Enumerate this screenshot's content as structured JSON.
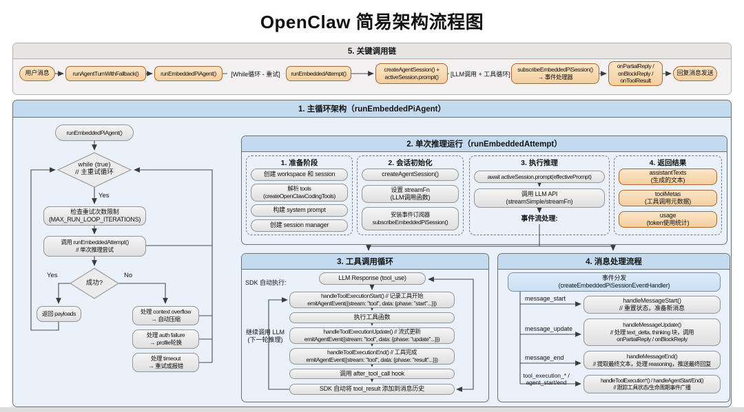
{
  "title": "OpenClaw 简易架构流程图",
  "colors": {
    "orange_fill": "#F6D4A4",
    "orange_border": "#A9652C",
    "node_fill": "#E9E9E9",
    "node_border": "#949494",
    "header_blue": "#C3DAEF",
    "panel_blue": "#E9F1FA",
    "dispatcher_blue": "#CFE3F6",
    "panel_gray": "#F3F1F1"
  },
  "chain": {
    "header": "5. 关键调用链",
    "user_message": "用户消息",
    "run_agent_turn": "runAgentTurnWithFallback()",
    "run_embedded_pi": "runEmbeddedPiAgent()",
    "while_label": "[While循环 - 重试]",
    "run_attempt": "runEmbeddedAttempt()",
    "create_session": "createAgentSession() +\nactiveSession.prompt()",
    "llm_label": "[LLM调用 + 工具循环]",
    "subscribe": "subscribeEmbeddedPiSession()\n→ 事件处理器",
    "callbacks": "onPartialReply /\nonBlockReply /\nonToolResult",
    "reply_sent": "回复消息发送"
  },
  "main_loop": {
    "header": "1. 主循环架构（runEmbeddedPiAgent）",
    "start": "runEmbeddedPiAgent()",
    "while_diamond": "while (true)\n// 主重试循环",
    "while_yes": "Yes",
    "check_retry": "检查重试次数限制\n(MAX_RUN_LOOP_ITERATIONS)",
    "call_attempt": "调用 runEmbeddedAttempt()\n// 单次推理尝试",
    "success_diamond": "成功?",
    "success_yes": "Yes",
    "success_no": "No",
    "return_payloads": "返回 payloads",
    "handle_overflow": "处理 context overflow\n→ 自动压缩",
    "handle_auth": "处理 auth failure\n→ profile轮换",
    "handle_timeout": "处理 timeout\n→ 重试或报错"
  },
  "attempt": {
    "header": "2. 单次推理运行（runEmbeddedAttempt）",
    "prepare": {
      "title": "1. 准备阶段",
      "items": [
        "创建 workspace 和 session",
        "解析 tools\n(createOpenClawCodingTools)",
        "构建 system prompt",
        "创建 session manager"
      ]
    },
    "init": {
      "title": "2. 会话初始化",
      "items": [
        "createAgentSession()",
        "设置 streamFn\n(LLM调用函数)",
        "安装事件订阅器\nsubscribeEmbeddedPiSession()"
      ]
    },
    "inference": {
      "title": "3. 执行推理",
      "items": [
        "await activeSession.prompt(effectivePrompt)",
        "调用 LLM API\n(streamSimple/streamFn)"
      ],
      "stream_label": "事件流处理:"
    },
    "result": {
      "title": "4. 返回结果",
      "items": [
        "assistantTexts\n(生成的文本)",
        "toolMetas\n(工具调用元数据)",
        "usage\n(token使用统计)"
      ]
    }
  },
  "tool_loop": {
    "header": "3. 工具调用循环",
    "sdk_label": "SDK 自动执行:",
    "continue_label": "继续调用 LLM\n(下一轮推理)",
    "steps": [
      "LLM Response (tool_use)",
      "handleToolExecutionStart() // 记录工具开始\nemitAgentEvent({stream: \"tool\", data: {phase: \"start\"...}})",
      "执行工具函数",
      "handleToolExecutionUpdate() // 流式更新\nemitAgentEvent({stream: \"tool\", data: {phase: \"update\"...}})",
      "handleToolExecutionEnd() // 工具完成\nemitAgentEvent({stream: \"tool\", data: {phase: \"result\"...}})",
      "调用 after_tool_call hook",
      "SDK 自动将 tool_result 添加到消息历史"
    ]
  },
  "message_flow": {
    "header": "4. 消息处理流程",
    "dispatcher": "事件分发\n(createEmbeddedPiSessionEventHandler)",
    "rows": [
      {
        "event": "message_start",
        "handler": "handleMessageStart()\n// 重置状态，准备新消息"
      },
      {
        "event": "message_update",
        "handler": "handleMessageUpdate()\n// 处理 text_delta, thinking 块，调用\nonPartialReply / onBlockReply"
      },
      {
        "event": "message_end",
        "handler": "handleMessageEnd()\n// 提取最终文本，处理 reasoning，推送最终回复"
      },
      {
        "event": "tool_execution_* /\nagent_start/end",
        "handler": "handleToolExecution*() / handleAgentStart/End()\n// 跟踪工具状态/生命周期事件广播"
      }
    ]
  }
}
